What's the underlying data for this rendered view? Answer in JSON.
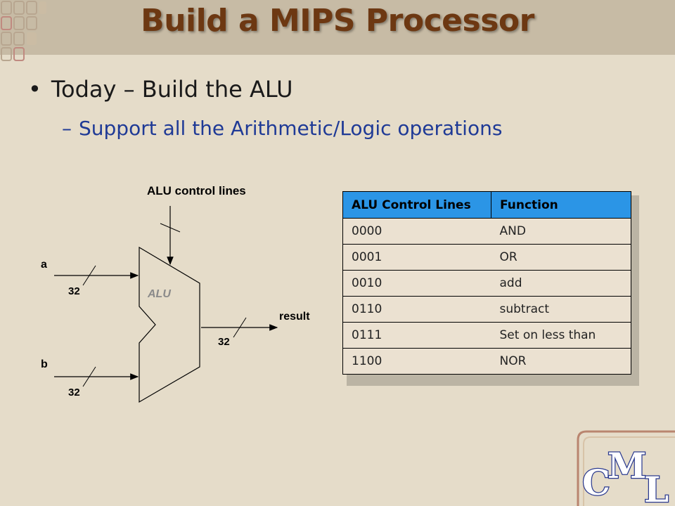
{
  "slide": {
    "title": "Build a MIPS Processor",
    "bullet": "Today – Build the ALU",
    "sub_bullet": "Support all the Arithmetic/Logic operations",
    "bullet_marker": "•",
    "sub_bullet_marker": "–"
  },
  "diagram": {
    "control_label": "ALU control lines",
    "alu_label": "ALU",
    "input_a": "a",
    "input_b": "b",
    "output": "result",
    "width_a": "32",
    "width_b": "32",
    "width_result": "32"
  },
  "table": {
    "headers": [
      "ALU Control Lines",
      "Function"
    ],
    "rows": [
      [
        "0000",
        "AND"
      ],
      [
        "0001",
        "OR"
      ],
      [
        "0010",
        "add"
      ],
      [
        "0110",
        "subtract"
      ],
      [
        "0111",
        "Set on less than"
      ],
      [
        "1100",
        "NOR"
      ]
    ]
  },
  "logo": {
    "letters": [
      "C",
      "M",
      "L"
    ]
  },
  "colors": {
    "header_bg": "#2b95e6",
    "title": "#6d3812",
    "sub_bullet": "#1f3a96"
  }
}
